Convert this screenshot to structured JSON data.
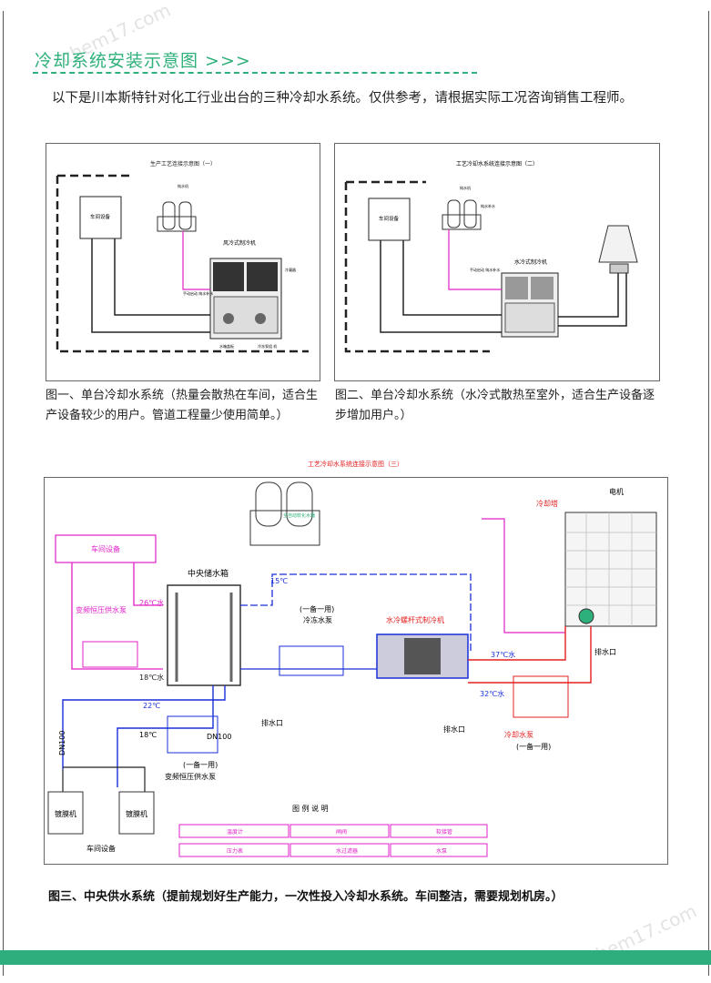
{
  "header": {
    "title": "冷却系统安装示意图 >>>",
    "intro": "以下是川本斯特针对化工行业出台的三种冷却水系统。仅供参考，请根据实际工况咨询销售工程师。"
  },
  "fig1": {
    "title": "生产工艺连接示意图（一）",
    "workshop": "车间设备",
    "tank_label": "纯水机",
    "chiller": "风冷式制冷机",
    "label_a": "手动启动\n纯水补水",
    "label_b": "冷凝器",
    "label_c": "水箱盖板",
    "label_d": "冷冻泵组\n机",
    "caption": "图一、单台冷却水系统（热量会散热在车间，适合生产设备较少的用户。管道工程量少使用简单。）"
  },
  "fig2": {
    "title": "工艺冷却水系统连接示意图（二）",
    "workshop": "车间设备",
    "tank_label": "纯水机",
    "chiller": "水冷式制冷机",
    "label_a": "手动启动\n纯水补水",
    "label_b": "纯水补水",
    "caption": "图二、单台冷却水系统（水冷式散热至室外，适合生产设备逐步增加用户。）"
  },
  "fig3": {
    "title": "工艺冷却水系统连接示意图（三）",
    "workshop_top": "车间设备",
    "pump_left": "变频恒压供水泵",
    "temp_26": "26℃水",
    "temp_18a": "18℃水",
    "central_tank": "中央储水箱",
    "softener": "全自动软化水器",
    "temp_15": "15℃",
    "standby1": "(一备一用)",
    "chilled_pump": "冷冻水泵",
    "chiller": "水冷螺杆式制冷机",
    "cooling_tower": "冷却塔",
    "motor": "电机",
    "drain1": "排水口",
    "drain2": "排水口",
    "drain3": "排水口",
    "temp_37": "37℃水",
    "temp_32": "32℃水",
    "cooling_pump": "冷却水泵",
    "standby2": "(一备一用)",
    "temp_22": "22℃",
    "temp_18b": "18℃",
    "dn100a": "DN100",
    "dn100b": "DN100",
    "standby3": "(一备一用)",
    "pump_bottom": "变频恒压供水泵",
    "coater1": "镀膜机",
    "coater2": "镀膜机",
    "workshop_bottom": "车间设备",
    "legend_title": "图 例 说 明",
    "legend": [
      "温度计",
      "闸阀",
      "软接管",
      "压力表",
      "水过滤器",
      "水泵"
    ],
    "caption": "图三、中央供水系统（提前规划好生产能力，一次性投入冷却水系统。车间整洁，需要规划机房。）"
  },
  "watermarks": [
    "chem17.com",
    "chem17.com"
  ],
  "colors": {
    "accent": "#2eb07a",
    "footer": "#2eae7c",
    "pink": "#e020c8",
    "red": "#e32020",
    "blue": "#1a2fd8"
  }
}
